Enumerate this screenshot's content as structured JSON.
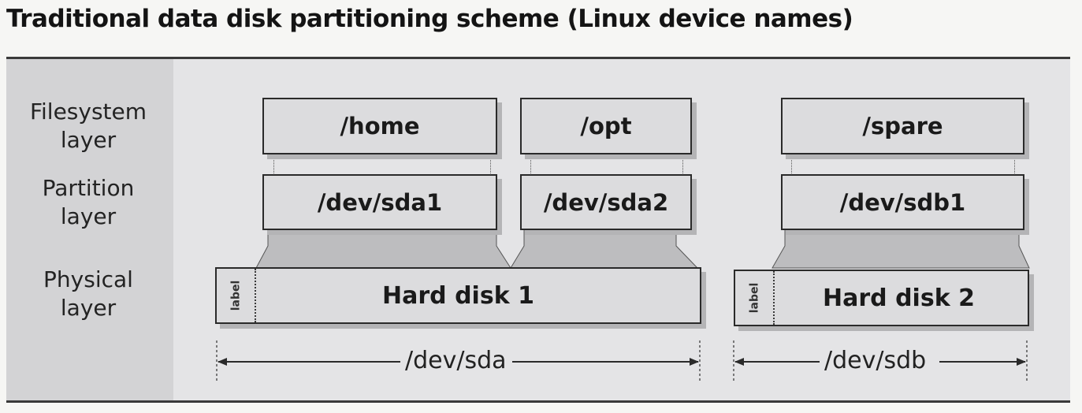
{
  "title": "Traditional data disk partitioning scheme (Linux device names)",
  "layers": {
    "filesystem": [
      "Filesystem",
      "layer"
    ],
    "partition": [
      "Partition",
      "layer"
    ],
    "physical": [
      "Physical",
      "layer"
    ]
  },
  "filesystems": [
    "/home",
    "/opt",
    "/spare"
  ],
  "partitions": [
    "/dev/sda1",
    "/dev/sda2",
    "/dev/sdb1"
  ],
  "disks": [
    {
      "name": "Hard disk 1",
      "label": "label",
      "device": "/dev/sda"
    },
    {
      "name": "Hard disk 2",
      "label": "label",
      "device": "/dev/sdb"
    }
  ]
}
